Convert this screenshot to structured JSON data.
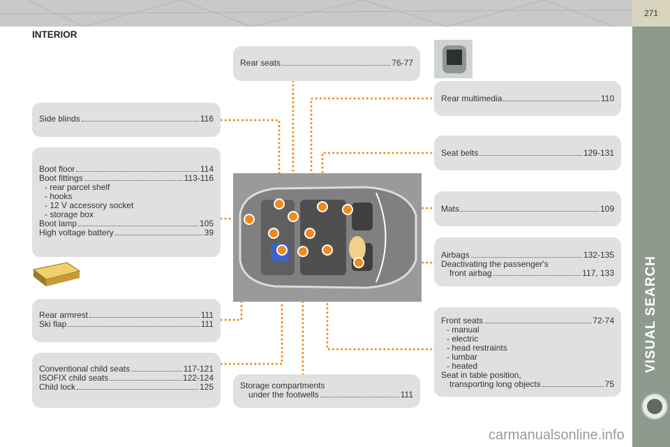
{
  "page_number": "271",
  "title": "INTERIOR",
  "sidebar_label": "VISUAL SEARCH",
  "colors": {
    "accent": "#f08a1c",
    "box": "#e0e0e0",
    "sidebar": "#8e9a8e",
    "header": "#c9c9c9"
  },
  "left": {
    "side_blinds": {
      "label": "Side blinds",
      "page": "116"
    },
    "boot": {
      "boot_floor": {
        "label": "Boot floor",
        "page": "114"
      },
      "boot_fittings": {
        "label": "Boot fittings",
        "page": "113-116"
      },
      "sub1": "- rear parcel shelf",
      "sub2": "- hooks",
      "sub3": "- 12 V accessory socket",
      "sub4": "- storage box",
      "boot_lamp": {
        "label": "Boot lamp",
        "page": "105"
      },
      "high_voltage": {
        "label": "High voltage battery",
        "page": "39"
      }
    },
    "armrest": {
      "rear_armrest": {
        "label": "Rear armrest",
        "page": "111"
      },
      "ski_flap": {
        "label": "Ski flap",
        "page": "111"
      }
    },
    "child": {
      "conventional": {
        "label": "Conventional child seats",
        "page": "117-121"
      },
      "isofix": {
        "label": "ISOFIX child seats",
        "page": "122-124"
      },
      "child_lock": {
        "label": "Child lock",
        "page": "125"
      }
    }
  },
  "middle": {
    "rear_seats": {
      "label": "Rear seats",
      "page": "76-77"
    },
    "storage_line1": "Storage compartments",
    "storage_line2": "under the footwells",
    "storage_page": "111"
  },
  "right": {
    "rear_multimedia": {
      "label": "Rear multimedia",
      "page": "110"
    },
    "seat_belts": {
      "label": "Seat belts",
      "page": "129-131"
    },
    "mats": {
      "label": "Mats",
      "page": "109"
    },
    "airbags": {
      "label": "Airbags",
      "page": "132-135"
    },
    "deactivating_line1": "Deactivating the passenger's",
    "deactivating_line2": "front airbag",
    "deactivating_page": "117, 133",
    "front_seats": {
      "label": "Front seats",
      "page": "72-74"
    },
    "fs_sub1": "- manual",
    "fs_sub2": "- electric",
    "fs_sub3": "- head restraints",
    "fs_sub4": "- lumbar",
    "fs_sub5": "- heated",
    "table_line1": "Seat in table position,",
    "table_line2": "transporting long objects",
    "table_page": "75"
  },
  "footer": "carmanualsonline.info"
}
